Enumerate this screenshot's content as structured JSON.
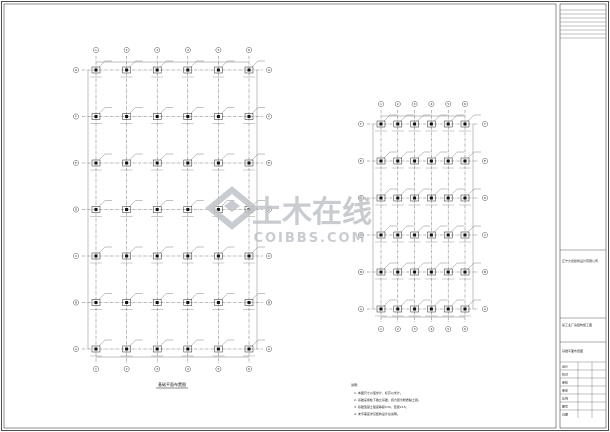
{
  "watermark": {
    "main_text": "土木在线",
    "sub_text": "COIBBS.COM",
    "color": "#bfc3c7"
  },
  "drawing": {
    "title_left_plan": "基础平面布置图",
    "left_plan": {
      "columns": 6,
      "rows": 7,
      "top_axis_labels": [
        "1",
        "2",
        "3",
        "4",
        "5",
        "6"
      ],
      "side_axis_labels": [
        "G",
        "F",
        "E",
        "D",
        "C",
        "B",
        "A"
      ]
    },
    "right_plan": {
      "columns": 6,
      "rows": 6,
      "top_axis_labels": [
        "1",
        "2",
        "3",
        "4",
        "5",
        "6"
      ],
      "side_axis_labels": [
        "F",
        "E",
        "D",
        "C",
        "B",
        "A"
      ]
    },
    "notes": {
      "heading": "说明：",
      "lines": [
        "1. 本图尺寸以毫米计，标高以米计。",
        "2. 基础采用柱下独立基础，持力层为粉质黏土层。",
        "3. 基础混凝土强度等级C30，垫层C15。",
        "4. 未尽事宜详见结构设计总说明。"
      ]
    }
  },
  "title_block": {
    "company": "辽宁大德建筑设计有限公司",
    "project": "某工业厂房结构施工图",
    "drawing_name": "基础平面布置图",
    "rows": [
      "设计",
      "校对",
      "审核",
      "审定",
      "比例",
      "图号",
      "日期"
    ]
  }
}
